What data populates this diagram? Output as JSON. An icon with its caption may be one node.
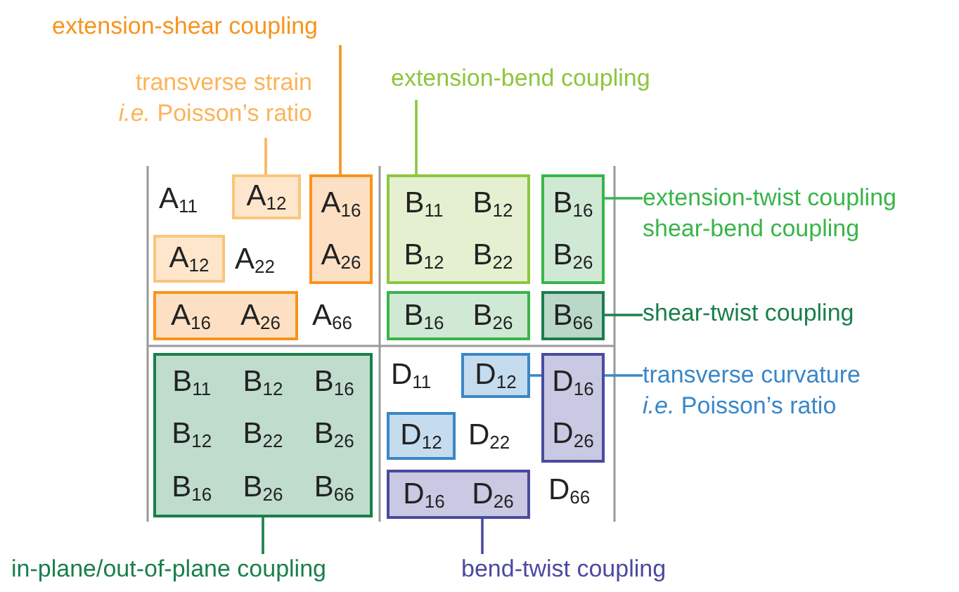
{
  "diagram": {
    "nodes": [
      {
        "text": [
          "extension-shear coupling"
        ]
      },
      {
        "text": [
          "transverse strain",
          "*i.e.* Poisson’s ratio"
        ]
      },
      {
        "text": [
          "extension-bend coupling"
        ]
      },
      {
        "text": [
          "extension-twist coupling",
          "shear-bend coupling"
        ]
      },
      {
        "text": [
          "shear-twist coupling"
        ]
      },
      {
        "text": [
          "transverse curvature",
          "*i.e.* Poisson’s ratio"
        ]
      },
      {
        "text": [
          "in-plane/out-of-plane coupling"
        ]
      },
      {
        "text": [
          "bend-twist coupling"
        ]
      },
      {
        "text": [
          "A$_{12}$"
        ]
      },
      {
        "text": [
          "A$_{16}$",
          "A$_{26}$"
        ]
      },
      {
        "text": [
          "A$_{12}$"
        ]
      },
      {
        "text": [
          "A$_{16}$",
          "A$_{26}$"
        ]
      },
      {
        "text": [
          "B$_{11}$",
          "B$_{12}$",
          "B$_{12}$",
          "B$_{22}$"
        ]
      },
      {
        "text": [
          "B$_{16}$",
          "B$_{26}$"
        ]
      },
      {
        "text": [
          "B$_{16}$",
          "B$_{26}$"
        ]
      },
      {
        "text": [
          "B$_{66}$"
        ]
      },
      {
        "text": [
          "B$_{11}$",
          "B$_{12}$",
          "B$_{16}$",
          "B$_{12}$",
          "B$_{22}$",
          "B$_{26}$",
          "B$_{16}$",
          "B$_{26}$",
          "B$_{66}$"
        ]
      },
      {
        "text": [
          "D$_{12}$"
        ]
      },
      {
        "text": [
          "D$_{16}$",
          "D$_{26}$"
        ]
      },
      {
        "text": [
          "D$_{12}$"
        ]
      },
      {
        "text": [
          "D$_{16}$",
          "D$_{26}$"
        ]
      }
    ],
    "edges": [
      {
        "from": 0,
        "to": 9,
        "arrow": "none",
        "color": "#f7941d"
      },
      {
        "from": 1,
        "to": 8,
        "arrow": "none",
        "color": "#fbb45a"
      },
      {
        "from": 2,
        "to": 12,
        "arrow": "none",
        "color": "#8dc63f"
      },
      {
        "from": 3,
        "to": 13,
        "arrow": "none",
        "color": "#39b54a"
      },
      {
        "from": 4,
        "to": 15,
        "arrow": "none",
        "color": "#1a7f4b"
      },
      {
        "from": 5,
        "to": 18,
        "arrow": "none",
        "color": "#3a87c8"
      },
      {
        "from": 18,
        "to": 17,
        "arrow": "none",
        "color": "#3a87c8"
      },
      {
        "from": 6,
        "to": 16,
        "arrow": "none",
        "color": "#1a7f4b"
      },
      {
        "from": 7,
        "to": 20,
        "arrow": "none",
        "color": "#4a4aa0"
      }
    ],
    "labels": [
      "A$_{11}$",
      "A$_{22}$",
      "A$_{66}$",
      "D$_{11}$",
      "D$_{22}$",
      "D$_{66}$"
    ]
  }
}
